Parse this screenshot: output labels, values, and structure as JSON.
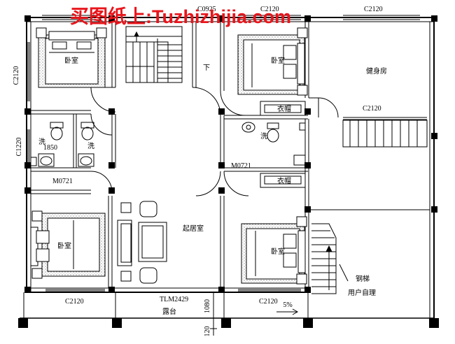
{
  "watermark": "买图纸上:Tuzhizhijia.com",
  "rooms": {
    "bedroom_tl": "卧室",
    "bedroom_tr": "卧室",
    "bedroom_bl": "卧室",
    "bedroom_br": "卧室",
    "gym": "健身房",
    "living": "起居室",
    "bath_left_1": "洗",
    "bath_left_2": "洗",
    "bath_right": "洗",
    "closet_1": "衣帽",
    "closet_2": "衣帽",
    "terrace": "露台"
  },
  "labels": {
    "stair_down": "下",
    "steel_stair": "钢梯",
    "user_build": "用户自理",
    "slope": "5%"
  },
  "dimensions": {
    "top_c2120_1": "C2120",
    "top_c2120_2": "C2120",
    "top_c0925": "C0925",
    "gym_window": "C2120",
    "left_c2120": "C2120",
    "left_c1220": "C1220",
    "bath_1850": "1850",
    "door_m0721_1": "M0721",
    "door_m0721_2": "M0721",
    "bottom_c2120_1": "C2120",
    "bottom_c2120_2": "C2120",
    "door_tlm": "TLM2429",
    "dim_1080": "1080",
    "dim_120": "120"
  },
  "colors": {
    "line": "#000000",
    "watermark": "#e8151b",
    "background": "#ffffff"
  }
}
